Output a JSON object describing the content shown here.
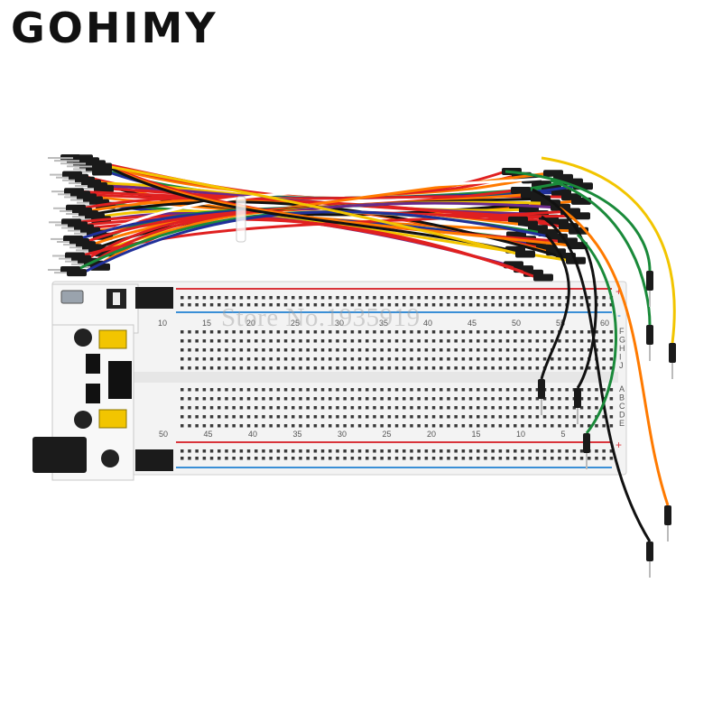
{
  "brand": {
    "name": "GOHIMY"
  },
  "watermark": {
    "text": "Store No.1935919"
  },
  "breadboard": {
    "top_numbers": [
      "10",
      "15",
      "20",
      "25",
      "30",
      "35",
      "40",
      "45",
      "50",
      "55",
      "60"
    ],
    "bottom_numbers": [
      "50",
      "45",
      "40",
      "35",
      "30",
      "25",
      "20",
      "15",
      "10",
      "5"
    ],
    "left_row_letters": [
      "A",
      "B",
      "C",
      "D",
      "E",
      "F",
      "G",
      "H",
      "I",
      "J"
    ],
    "right_row_letters": [
      "F",
      "G",
      "H",
      "I",
      "J",
      "A",
      "B",
      "C",
      "D",
      "E"
    ],
    "rail_plus": "+",
    "rail_minus": "-"
  },
  "colors": {
    "board": "#f3f3f3",
    "rail_red": "#d9343b",
    "rail_blue": "#3a8fd6",
    "module": "#f8f8f8",
    "jumper_yellow": "#f2c500",
    "wire_colors": [
      "#e02020",
      "#ff7a00",
      "#f2c500",
      "#1a8a3a",
      "#20309a",
      "#ffffff",
      "#111111",
      "#6a2a8a"
    ]
  }
}
